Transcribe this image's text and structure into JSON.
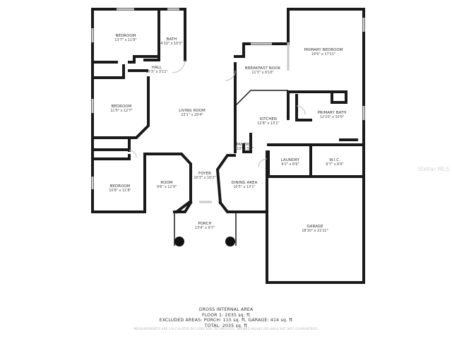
{
  "rooms": [
    {
      "id": "bedroom-top",
      "name": "BEDROOM",
      "dims": "13'7\" x 11'8\""
    },
    {
      "id": "bath",
      "name": "BATH",
      "dims": "4'10\" x 10'3\""
    },
    {
      "id": "hall",
      "name": "HALL",
      "dims": "10'3\" x 3'11\""
    },
    {
      "id": "bedroom-middle",
      "name": "BEDROOM",
      "dims": "11'5\" x 12'7\""
    },
    {
      "id": "living-room",
      "name": "LIVING ROOM",
      "dims": "23'1\" x 20'4\""
    },
    {
      "id": "breakfast-nook",
      "name": "BREAKFAST NOOK",
      "dims": "11'3\" x 9'10\""
    },
    {
      "id": "primary-bedroom",
      "name": "PRIMARY BEDROOM",
      "dims": "14'6\" x 17'11\""
    },
    {
      "id": "primary-bath",
      "name": "PRIMARY BATH",
      "dims": "12'10\" x 10'9\""
    },
    {
      "id": "kitchen",
      "name": "KITCHEN",
      "dims": "12'8\" x 13'1\""
    },
    {
      "id": "pantry",
      "name": "PANTRY",
      "dims": "2'10\" x 3'5\""
    },
    {
      "id": "laundry",
      "name": "LAUNDRY",
      "dims": "9'2\" x 6'9\""
    },
    {
      "id": "wic",
      "name": "W.I.C.",
      "dims": "9'7\" x 6'9\""
    },
    {
      "id": "bedroom-bottom",
      "name": "BEDROOM",
      "dims": "10'8\" x 11'8\""
    },
    {
      "id": "room",
      "name": "ROOM",
      "dims": "9'6\" x 12'9\""
    },
    {
      "id": "foyer",
      "name": "FOYER",
      "dims": "10'3\" x 10'2\""
    },
    {
      "id": "dining-area",
      "name": "DINING AREA",
      "dims": "10'5\" x 13'1\""
    },
    {
      "id": "garage",
      "name": "GARAGE",
      "dims": "18'10\" x 21'11\""
    },
    {
      "id": "porch",
      "name": "PORCH",
      "dims": "13'4\" x 9'7\""
    }
  ],
  "summary": {
    "title": "GROSS INTERNAL AREA",
    "floor": "FLOOR 1: 2035 sq. ft",
    "excluded": "EXCLUDED AREAS: PORCH: 115 sq. ft, GARAGE: 414 sq. ft",
    "total": "TOTAL: 2035 sq. ft",
    "disclaimer": "MEASUREMENTS ARE CALCULATED BY CUBICASA TECHNOLOGY. DEEMED HIGHLY RELIABLE BUT NOT GUARANTEED."
  },
  "watermark": "Stellar MLS",
  "colors": {
    "wall": "#1a1a1a",
    "window": "#c9c9c9",
    "text": "#333333"
  }
}
